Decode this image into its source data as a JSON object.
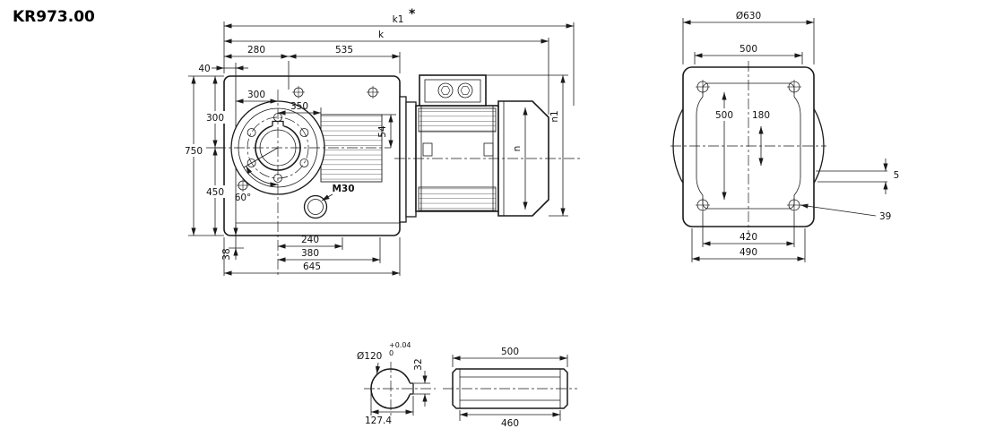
{
  "title": "KR973.00",
  "colors": {
    "line": "#1a1a1a",
    "background": "#ffffff"
  },
  "views": {
    "front": {
      "dims": {
        "k1": "k1",
        "k1_note": "*",
        "k": "k",
        "top_40": "40",
        "top_280": "280",
        "top_535": "535",
        "inner_300": "300",
        "inner_350": "350",
        "left_300": "300",
        "left_750": "750",
        "left_450": "450",
        "rib_54": "54",
        "motor_n": "n",
        "motor_n1": "n1",
        "plug_m30": "M30",
        "hole_angle": "60°",
        "bottom_38": "38",
        "bottom_240": "240",
        "bottom_380": "380",
        "bottom_645": "645"
      }
    },
    "rear": {
      "dims": {
        "dia_630": "Ø630",
        "width_500": "500",
        "inner_500": "500",
        "inner_180": "180",
        "step_5": "5",
        "hole_39": "39",
        "holes_420": "420",
        "base_490": "490"
      }
    },
    "bore": {
      "dims": {
        "dia_120": "Ø120",
        "tol_plus": "+0.04",
        "tol_zero": "0",
        "key_32": "32",
        "key_127": "127.4"
      }
    },
    "shaft": {
      "dims": {
        "len_500": "500",
        "len_460": "460"
      }
    }
  }
}
